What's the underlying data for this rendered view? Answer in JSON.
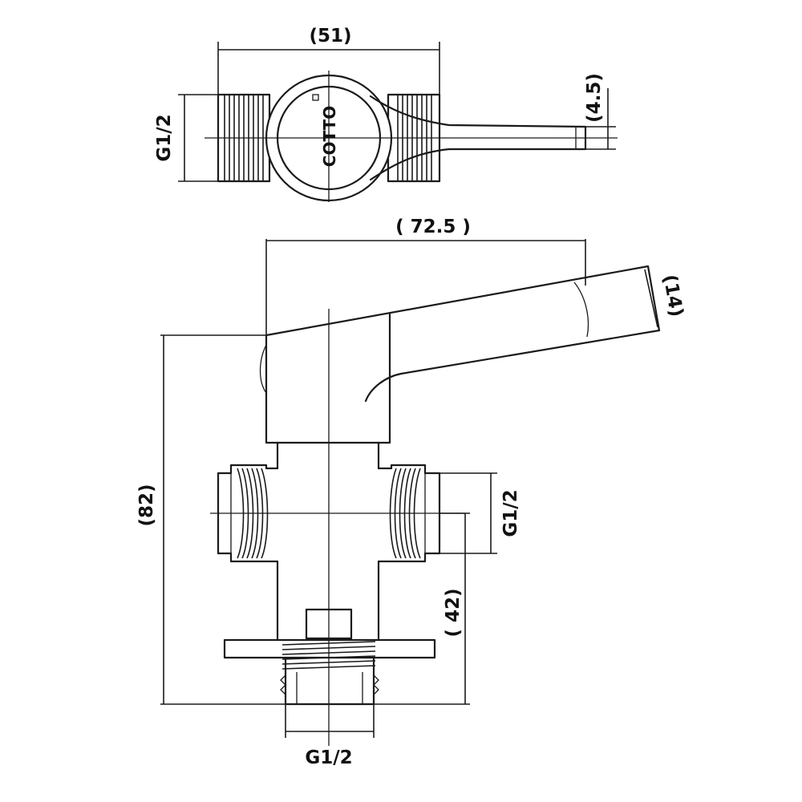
{
  "dimensions": {
    "top_width": "(51)",
    "top_pipe": "G1/2",
    "handle_thickness": "(4.5)",
    "handle_length": "( 72.5 )",
    "handle_width": "(14)",
    "total_height": "(82)",
    "side_pipe": "G1/2",
    "outlet_height": "( 42)",
    "bottom_pipe": "G1/2"
  },
  "brand": {
    "logo_text": "COTTO"
  }
}
